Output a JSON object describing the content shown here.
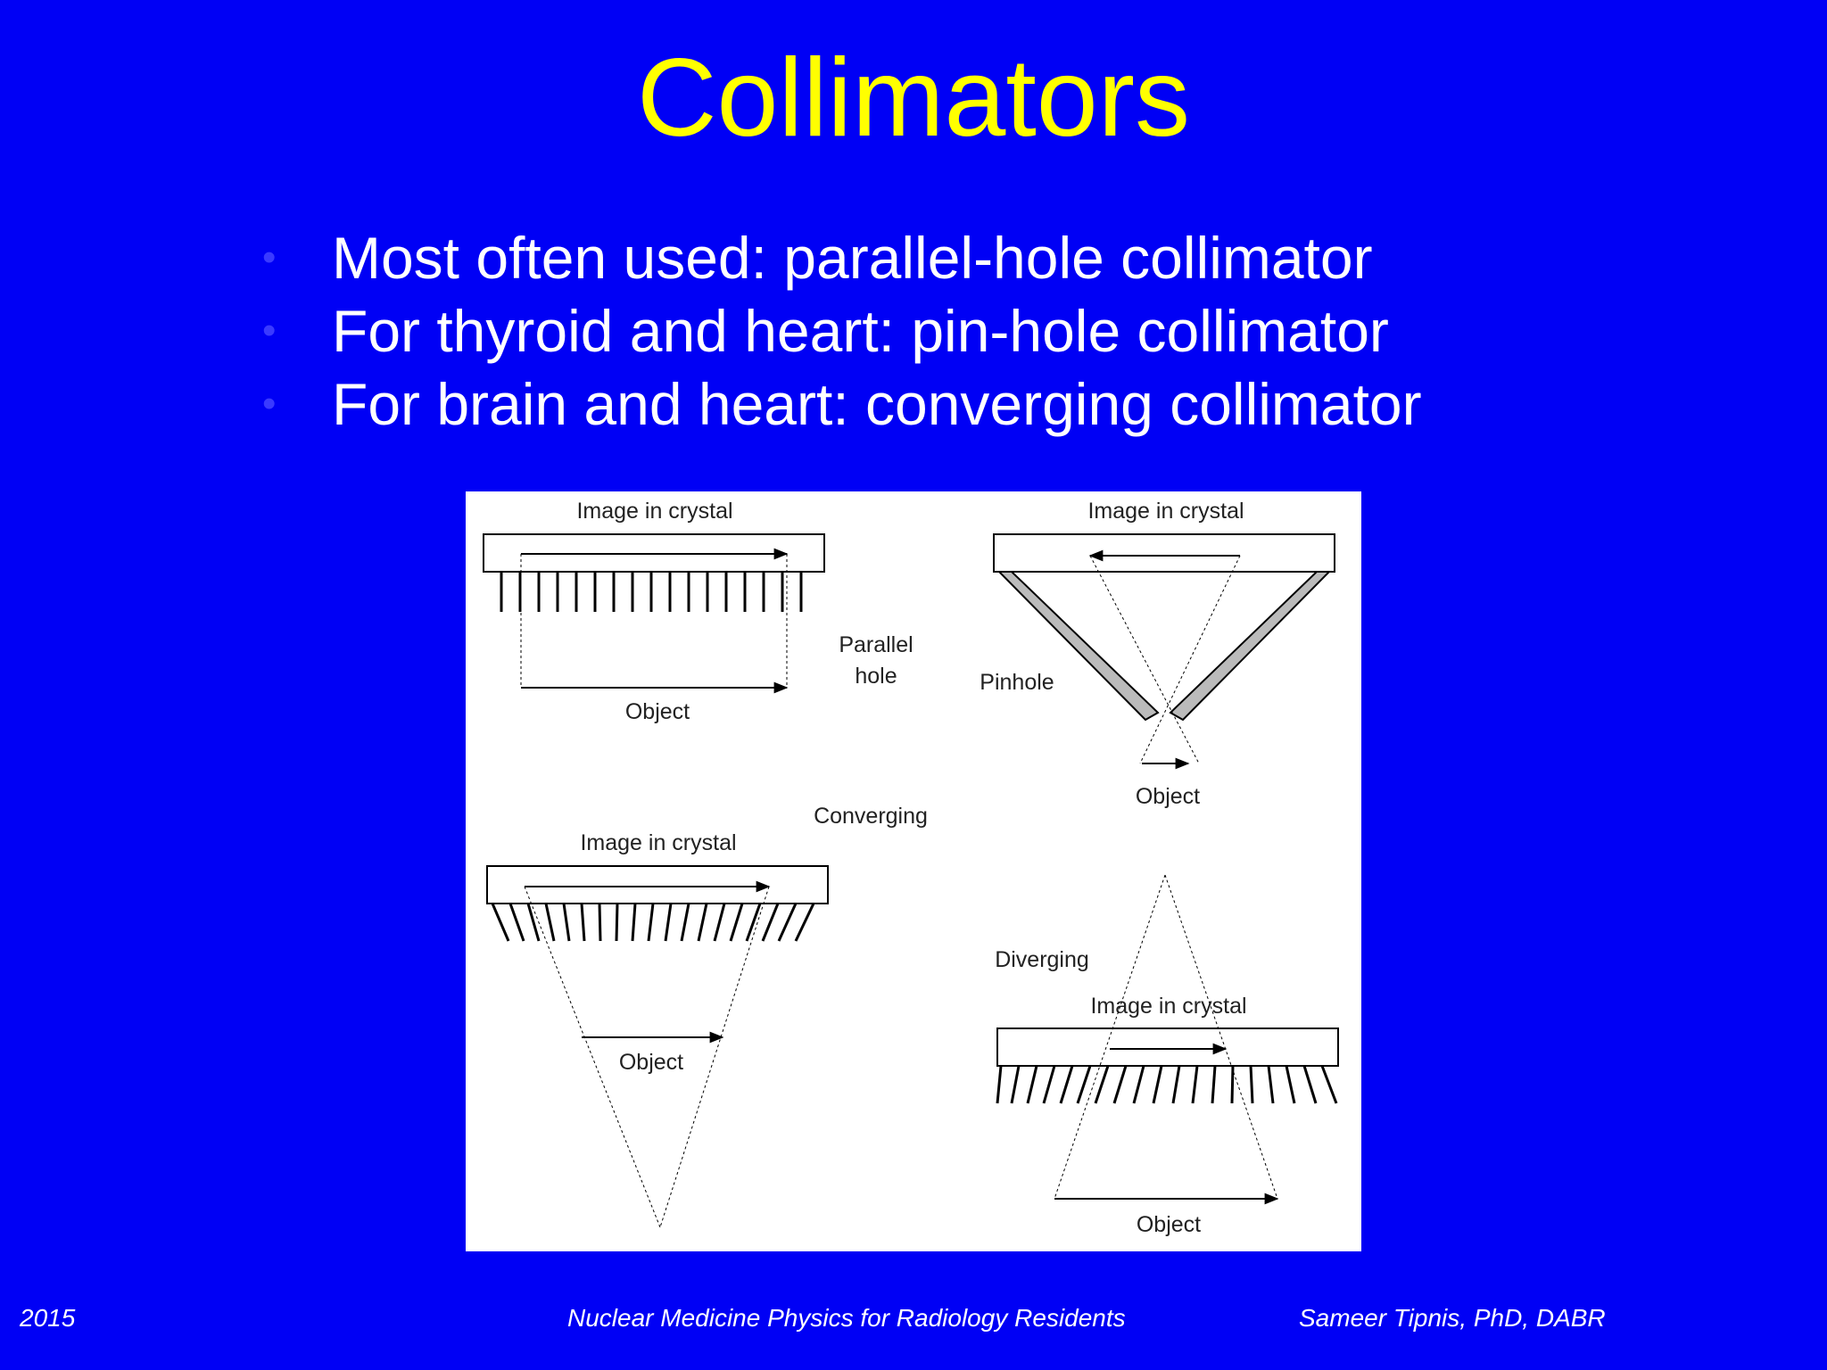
{
  "slide": {
    "title": "Collimators",
    "bullets": [
      "Most often used: parallel-hole collimator",
      "For thyroid and heart: pin-hole collimator",
      "For brain and heart: converging collimator"
    ]
  },
  "figure": {
    "parallel": {
      "crystal_label": "Image in crystal",
      "object_label": "Object",
      "name_line1": "Parallel",
      "name_line2": "hole"
    },
    "pinhole": {
      "crystal_label": "Image in crystal",
      "object_label": "Object",
      "name": "Pinhole"
    },
    "converging": {
      "crystal_label": "Image in crystal",
      "object_label": "Object",
      "name": "Converging"
    },
    "diverging": {
      "crystal_label": "Image in crystal",
      "object_label": "Object",
      "name": "Diverging"
    }
  },
  "footer": {
    "year": "2015",
    "course": "Nuclear Medicine Physics for Radiology Residents",
    "author": "Sameer Tipnis, PhD, DABR"
  }
}
